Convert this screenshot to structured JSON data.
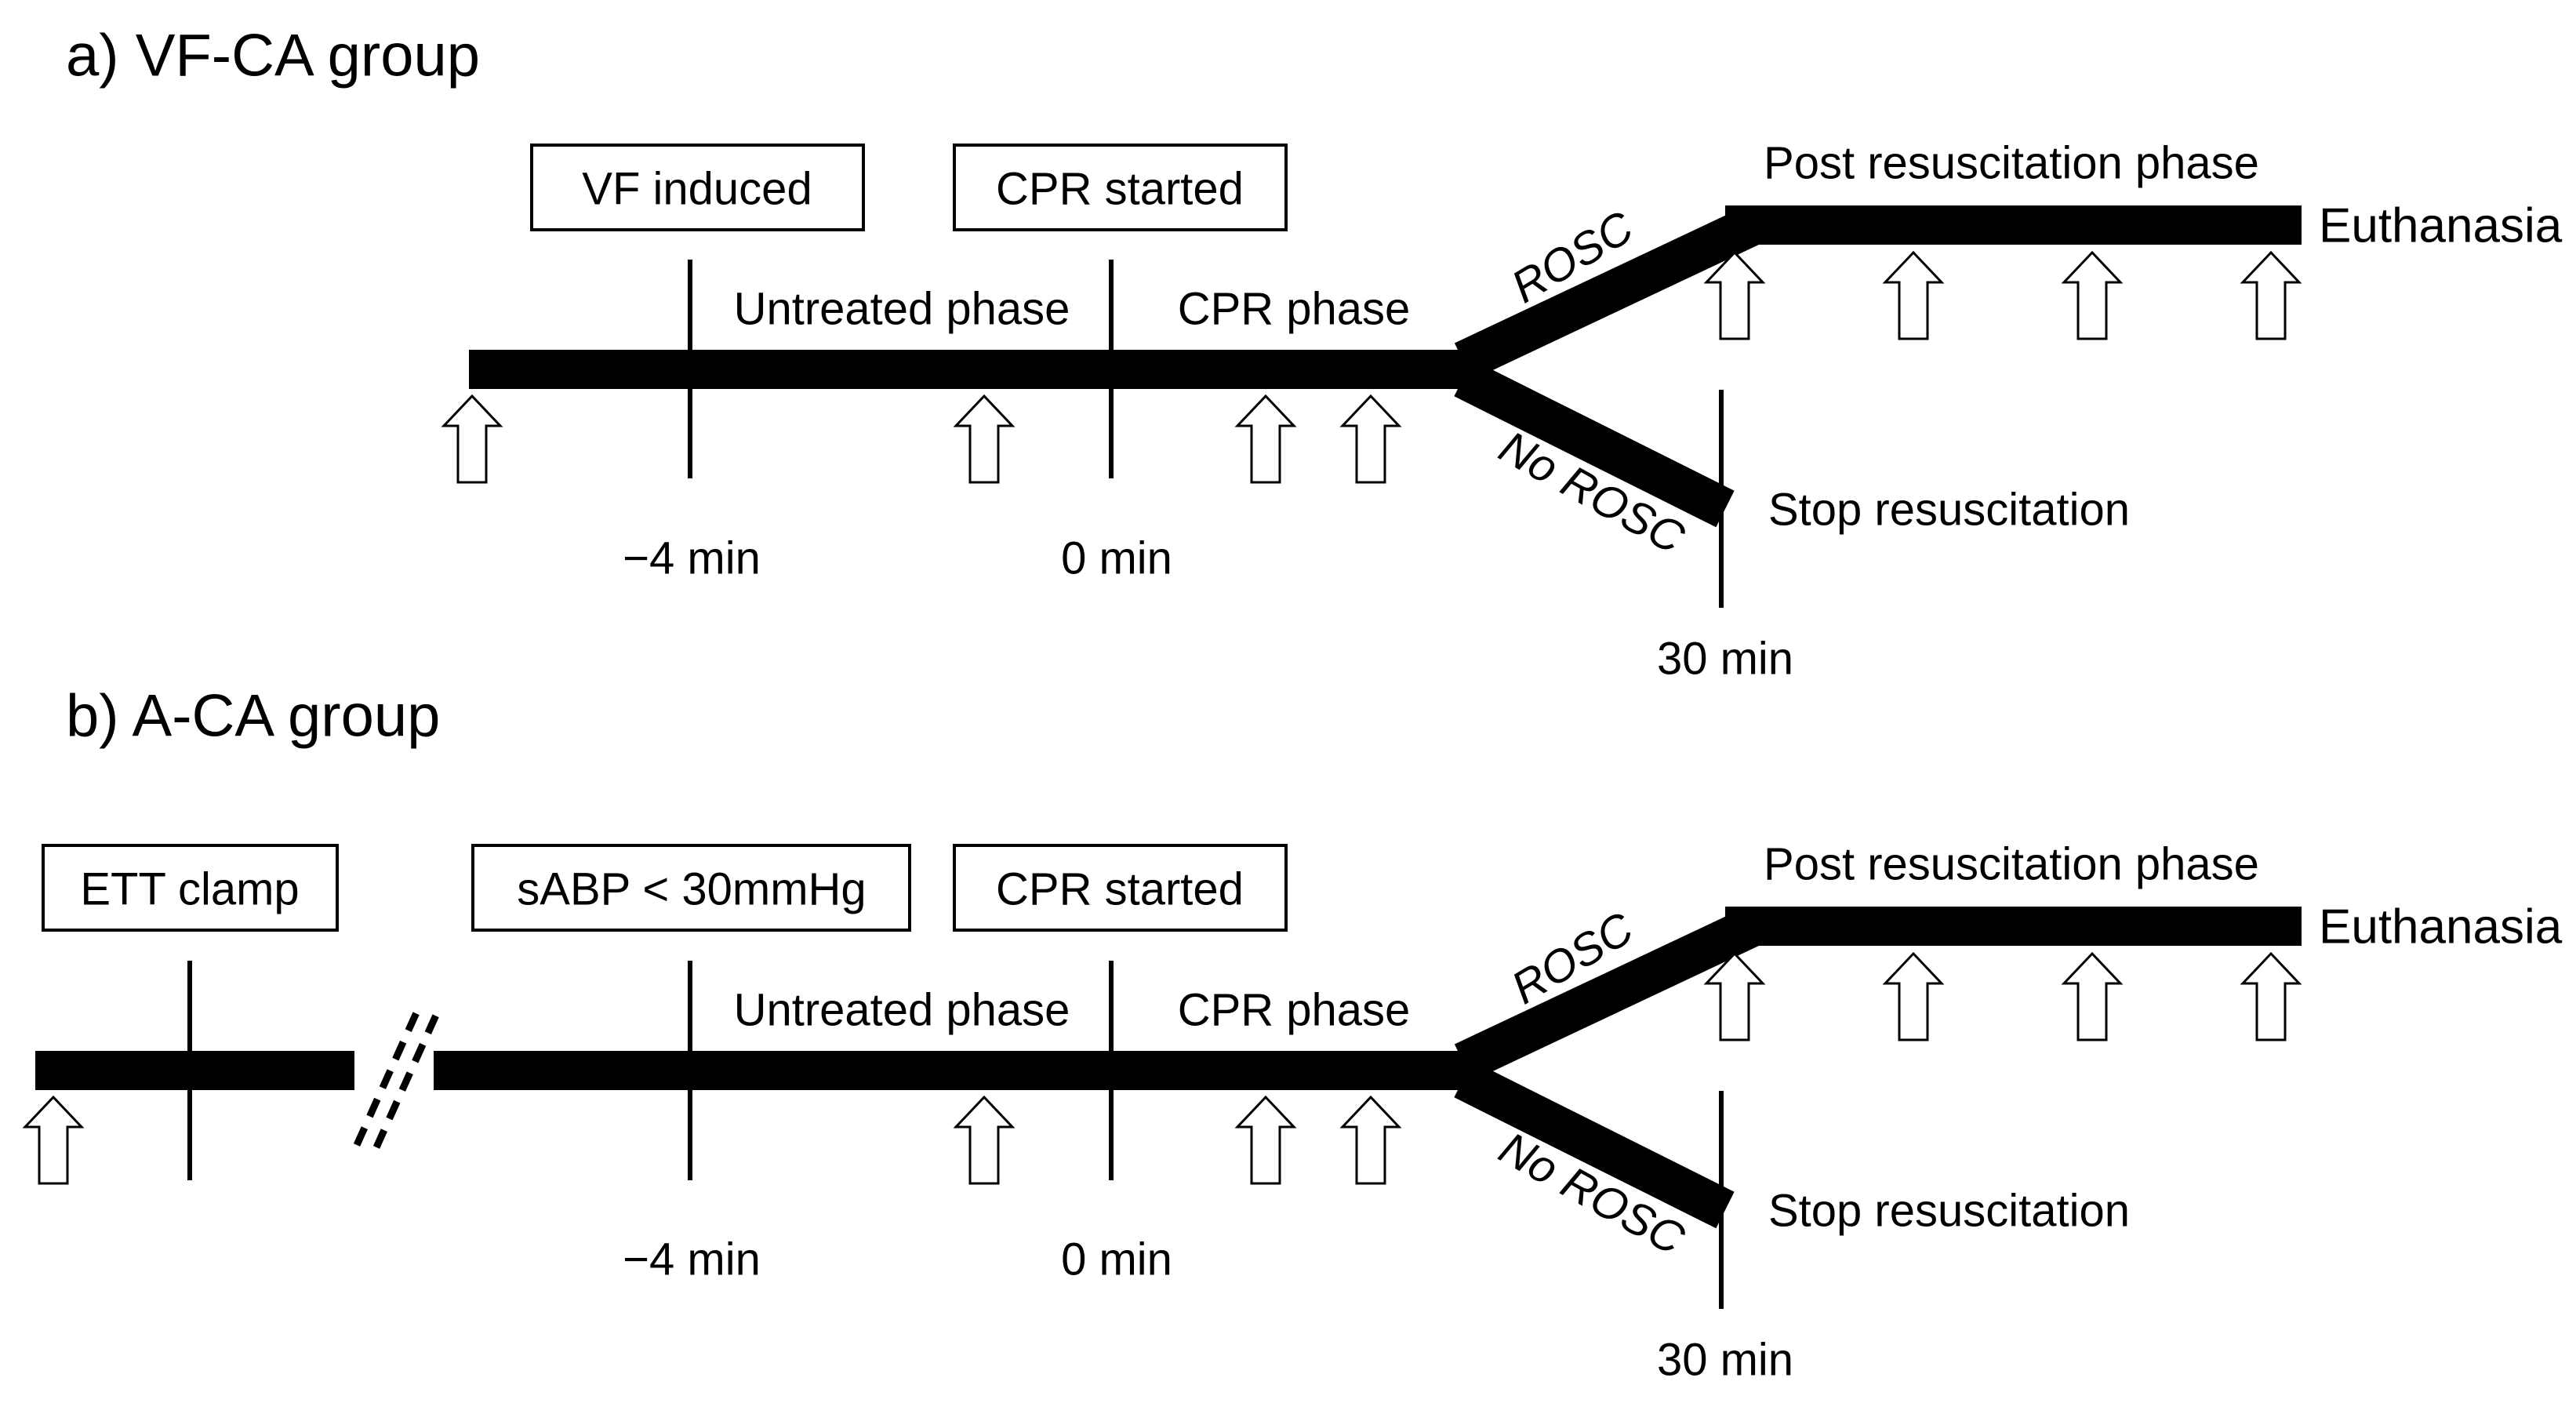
{
  "figure": {
    "background_color": "#ffffff",
    "bar_color": "#000000",
    "text_color": "#000000",
    "arrow_fill_color": "#ffffff",
    "arrow_outline_color": "#000000",
    "icons": {
      "timepoint_arrow": "hollow-up-arrow ⇧",
      "axis_break": "double-slash-break //"
    }
  },
  "panel_a": {
    "title": "a) VF-CA group",
    "boxes": {
      "vf_induced": "VF induced",
      "cpr_started": "CPR started"
    },
    "phase_labels": {
      "untreated": "Untreated phase",
      "cpr": "CPR phase",
      "post_resuscitation": "Post resuscitation phase"
    },
    "branch_labels": {
      "rosc": "ROSC",
      "no_rosc": "No ROSC"
    },
    "endpoint_labels": {
      "euthanasia": "Euthanasia",
      "stop_resuscitation": "Stop resuscitation"
    },
    "time_labels": {
      "minus_4_min": "−4 min",
      "zero_min": "0 min",
      "thirty_min": "30 min"
    }
  },
  "panel_b": {
    "title": "b) A-CA group",
    "boxes": {
      "ett_clamp": "ETT clamp",
      "sabp_threshold": "sABP < 30mmHg",
      "cpr_started": "CPR started"
    },
    "phase_labels": {
      "untreated": "Untreated phase",
      "cpr": "CPR phase",
      "post_resuscitation": "Post resuscitation phase"
    },
    "branch_labels": {
      "rosc": "ROSC",
      "no_rosc": "No ROSC"
    },
    "endpoint_labels": {
      "euthanasia": "Euthanasia",
      "stop_resuscitation": "Stop resuscitation"
    },
    "time_labels": {
      "minus_4_min": "−4 min",
      "zero_min": "0 min",
      "thirty_min": "30 min"
    }
  }
}
